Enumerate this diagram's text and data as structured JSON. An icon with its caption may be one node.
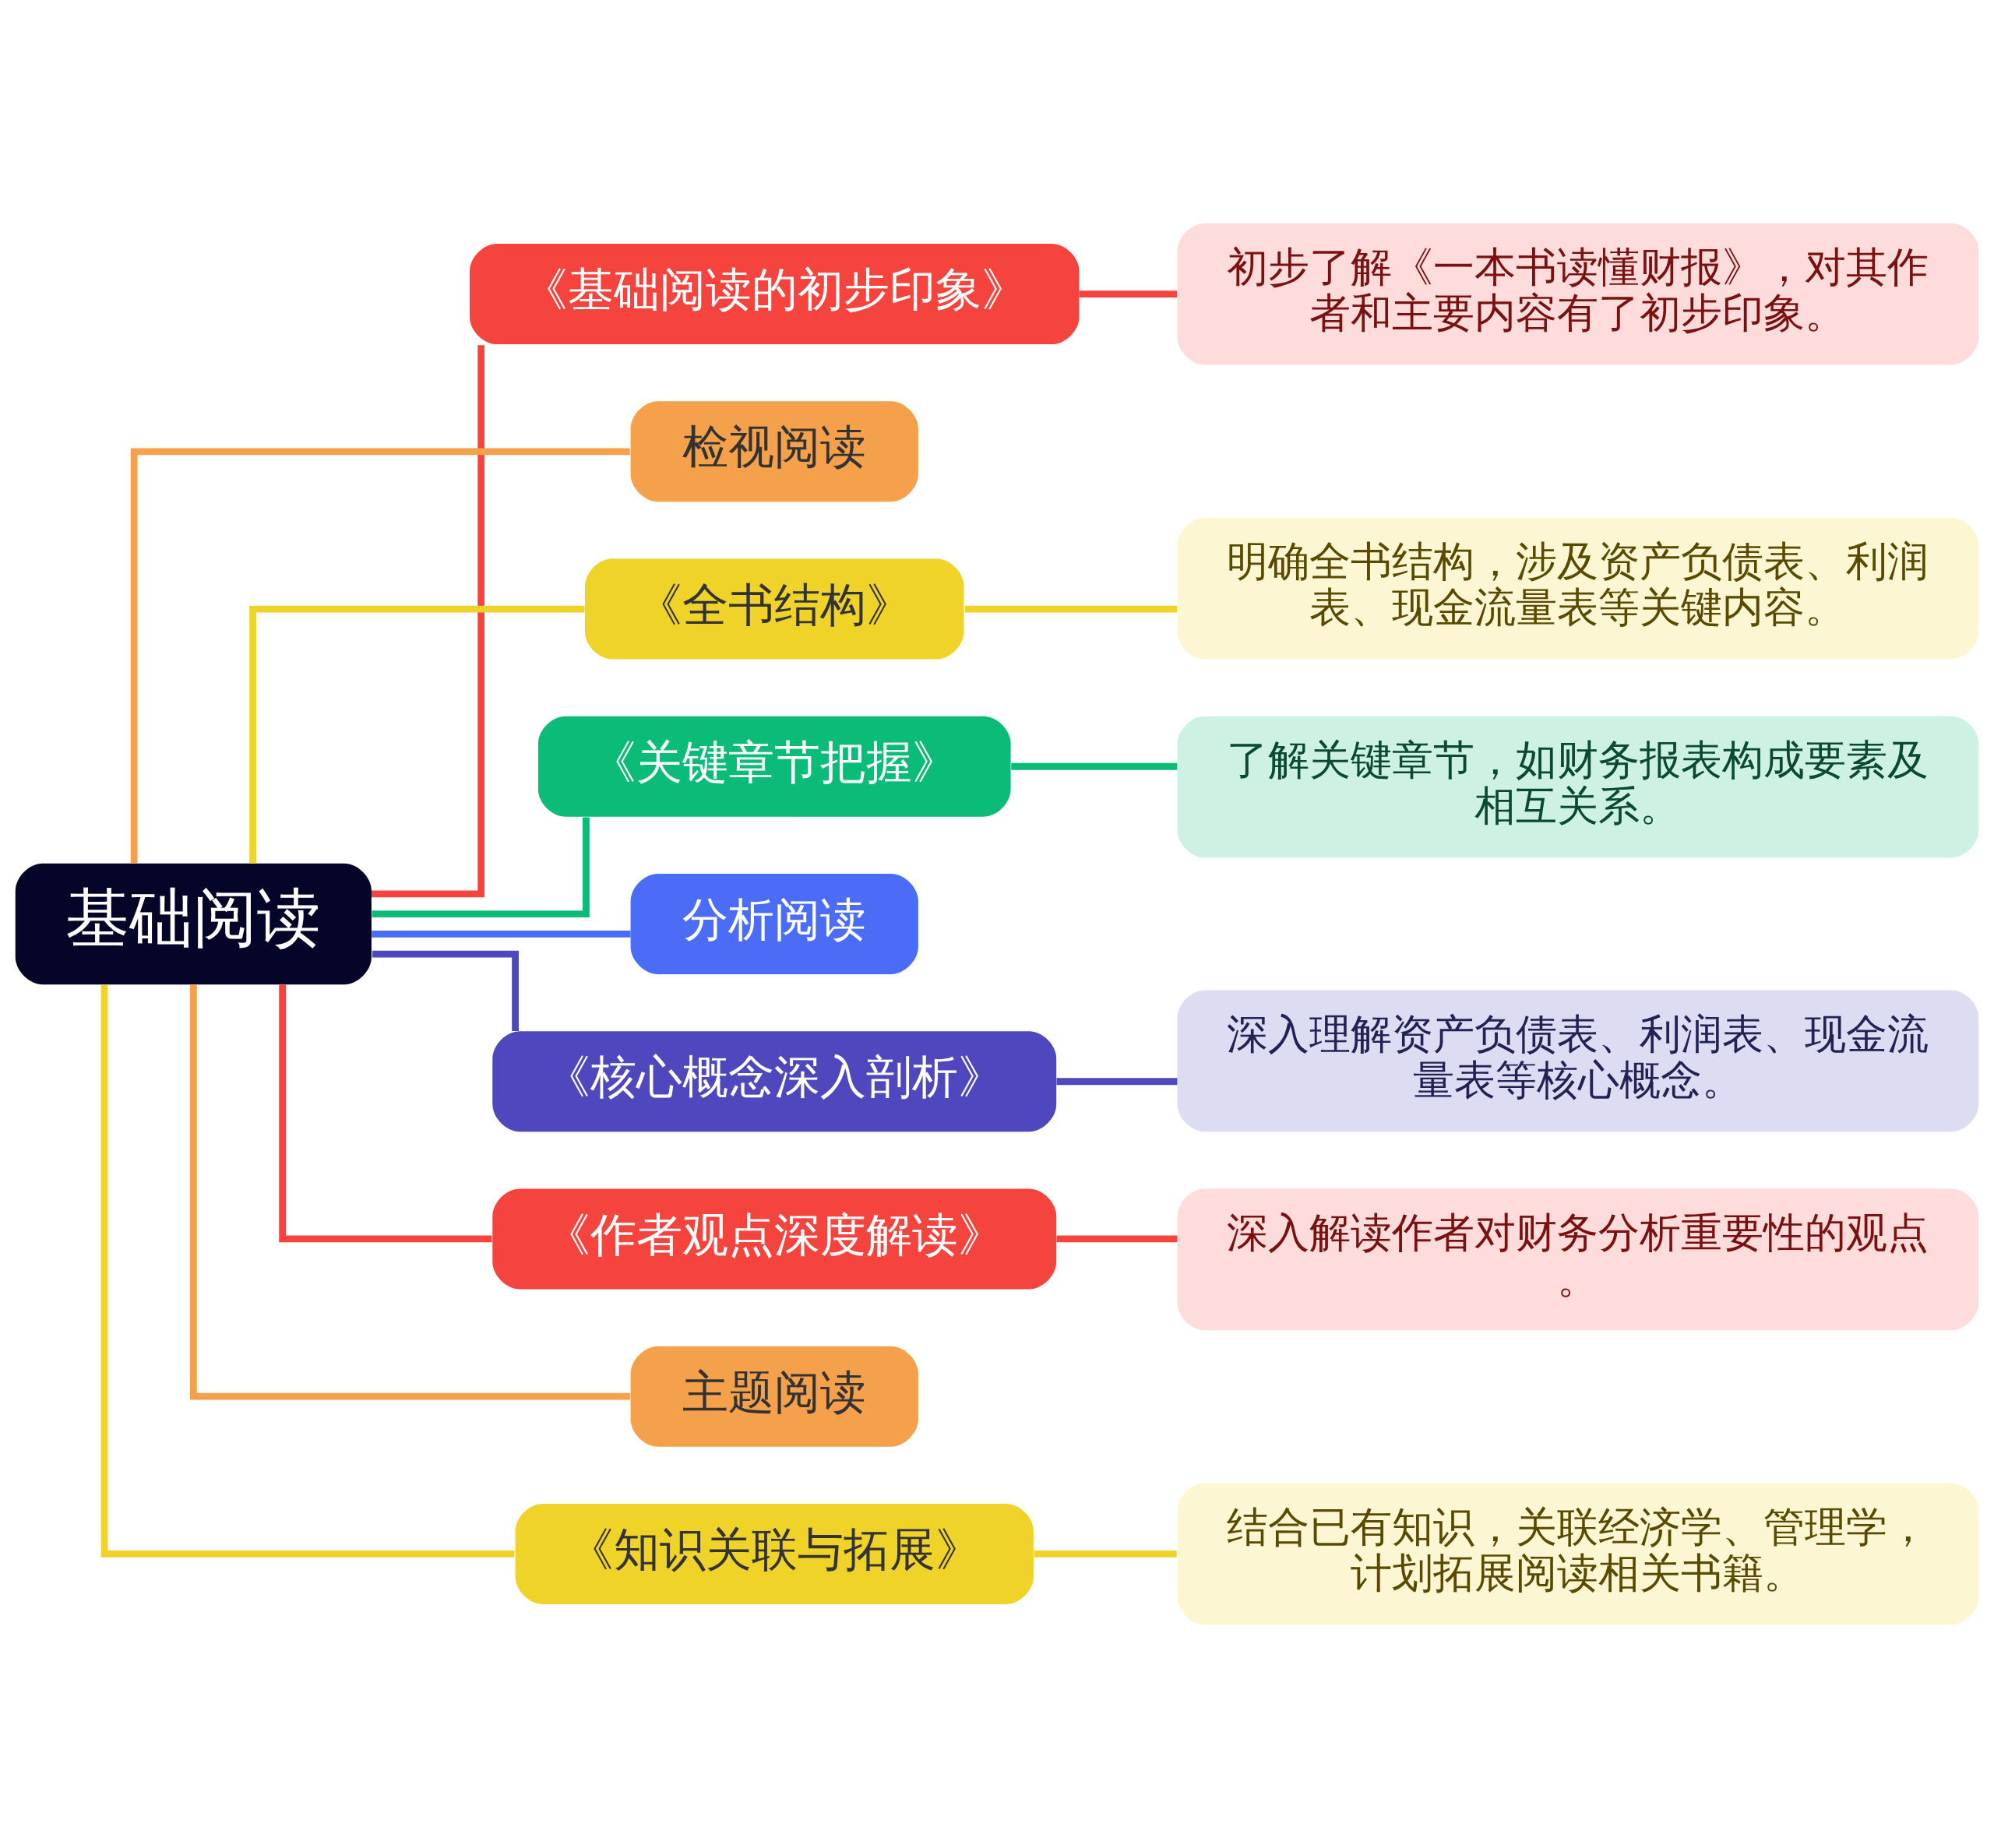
{
  "diagram": {
    "nodes": [
      {
        "text": [
          "基础阅读"
        ]
      },
      {
        "text": [
          "《基础阅读的初步印象》"
        ]
      },
      {
        "text": [
          "初步了解《一本书读懂财报》，对其作者和主要内容有了初步印象。"
        ]
      },
      {
        "text": [
          "检视阅读"
        ]
      },
      {
        "text": [
          "《全书结构》"
        ]
      },
      {
        "text": [
          "明确全书结构，涉及资产负债表、利润表、现金流量表等关键内容。"
        ]
      },
      {
        "text": [
          "《关键章节把握》"
        ]
      },
      {
        "text": [
          "了解关键章节，如财务报表构成要素及相互关系。"
        ]
      },
      {
        "text": [
          "分析阅读"
        ]
      },
      {
        "text": [
          "《核心概念深入剖析》"
        ]
      },
      {
        "text": [
          "深入理解资产负债表、利润表、现金流量表等核心概念。"
        ]
      },
      {
        "text": [
          "《作者观点深度解读》"
        ]
      },
      {
        "text": [
          "深入解读作者对财务分析重要性的观点。"
        ]
      },
      {
        "text": [
          "主题阅读"
        ]
      },
      {
        "text": [
          "《知识关联与拓展》"
        ]
      },
      {
        "text": [
          "结合已有知识，关联经济学、管理学，计划拓展阅读相关书籍。"
        ]
      }
    ],
    "edges": [
      {
        "from": 0,
        "to": 1,
        "arrow": "none",
        "color": "#f5433d"
      },
      {
        "from": 1,
        "to": 2,
        "arrow": "none",
        "color": "#f5433d"
      },
      {
        "from": 0,
        "to": 3,
        "arrow": "none",
        "color": "#f5a04a"
      },
      {
        "from": 0,
        "to": 4,
        "arrow": "none",
        "color": "#f0d328"
      },
      {
        "from": 4,
        "to": 5,
        "arrow": "none",
        "color": "#f0d328"
      },
      {
        "from": 0,
        "to": 6,
        "arrow": "none",
        "color": "#0bbb78"
      },
      {
        "from": 6,
        "to": 7,
        "arrow": "none",
        "color": "#0bbb78"
      },
      {
        "from": 0,
        "to": 8,
        "arrow": "none",
        "color": "#4a6cf7"
      },
      {
        "from": 0,
        "to": 9,
        "arrow": "none",
        "color": "#4f47be"
      },
      {
        "from": 9,
        "to": 10,
        "arrow": "none",
        "color": "#4f47be"
      },
      {
        "from": 0,
        "to": 11,
        "arrow": "none",
        "color": "#f5433d"
      },
      {
        "from": 11,
        "to": 12,
        "arrow": "none",
        "color": "#f5433d"
      },
      {
        "from": 0,
        "to": 13,
        "arrow": "none",
        "color": "#f5a04a"
      },
      {
        "from": 0,
        "to": 14,
        "arrow": "none",
        "color": "#f0d328"
      },
      {
        "from": 14,
        "to": 15,
        "arrow": "none",
        "color": "#f0d328"
      }
    ]
  }
}
